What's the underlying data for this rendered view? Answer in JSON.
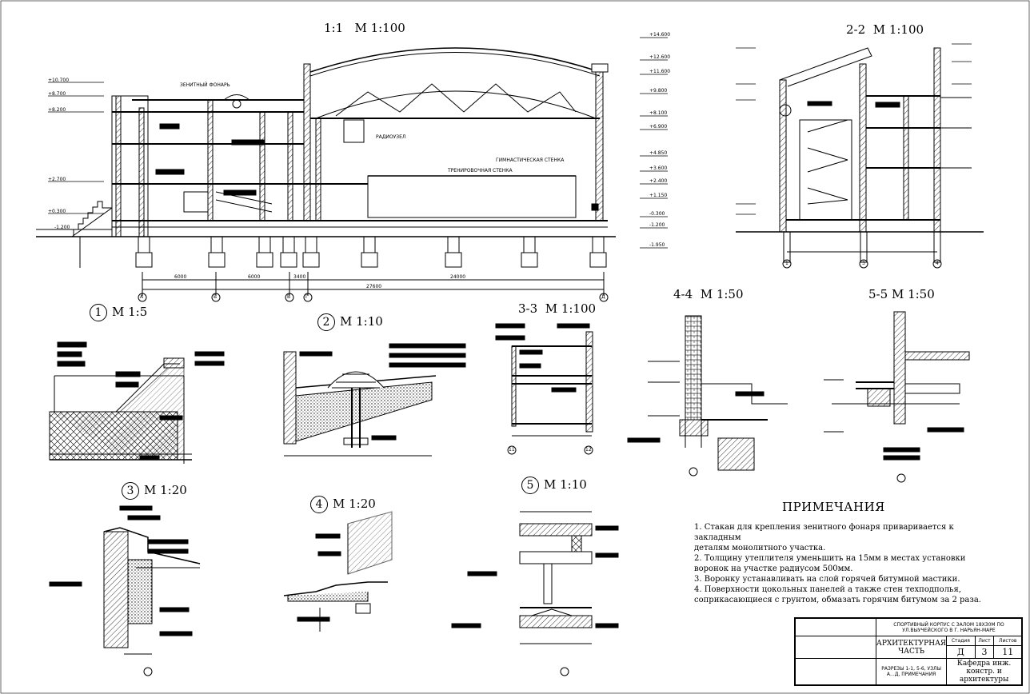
{
  "views": {
    "section_1_1": {
      "num": "1:1",
      "scale": "М 1:100"
    },
    "section_2_2": {
      "num": "2-2",
      "scale": "М 1:100"
    },
    "section_3_3": {
      "num": "3-3",
      "scale": "М 1:100"
    },
    "section_4_4": {
      "num": "4-4",
      "scale": "М 1:50"
    },
    "section_5_5": {
      "num": "5-5",
      "scale": "М 1:50"
    },
    "node_1": {
      "num": "1",
      "scale": "М  1:5"
    },
    "node_2": {
      "num": "2",
      "scale": "М  1:10"
    },
    "node_3": {
      "num": "3",
      "scale": "М  1:20"
    },
    "node_4": {
      "num": "4",
      "scale": "М  1:20"
    },
    "node_5": {
      "num": "5",
      "scale": "М  1:10"
    }
  },
  "section_labels": {
    "zenith": "ЗЕНИТНЫЙ ФОНАРЬ",
    "radiator": "РАДИОУЗЕЛ",
    "gym_wall": "ГИМНАСТИЧЕСКАЯ СТЕНКА",
    "training_wall": "ТРЕНИРОВОЧНАЯ СТЕНКА"
  },
  "elevations_left": [
    "+10.700",
    "+8.700",
    "+8.200",
    "+2.700",
    "+0.300",
    "-1.200"
  ],
  "elevations_right": [
    "+14.600",
    "+12.600",
    "+11.600",
    "+9.800",
    "+8.100",
    "+6.900",
    "+4.850",
    "+3.600",
    "+2.400",
    "+1.150",
    "-0.300",
    "-1.200",
    "-1.950"
  ],
  "dims_1_1": [
    "6000",
    "6000",
    "3400",
    "24000",
    "27600"
  ],
  "axes_1_1": [
    "А",
    "Б",
    "В",
    "Г",
    "Д"
  ],
  "axes_2_2": [
    "1",
    "3",
    "4"
  ],
  "axes_3_3": [
    "11",
    "12"
  ],
  "notes": {
    "heading": "ПРИМЕЧАНИЯ",
    "items": [
      "1. Стакан для крепления зенитного фонаря приваривается к закладным",
      "деталям монолитного участка.",
      "2. Толщину утеплителя уменьшить на 15мм в местах установки",
      "воронок на участке радиусом 500мм.",
      "3. Воронку устанавливать на слой горячей битумной мастики.",
      "4. Поверхности цокольных панелей а также стен техподполья,",
      "соприкасающиеся с грунтом, обмазать горячим битумом за 2 раза."
    ]
  },
  "title_block": {
    "project": "СПОРТИВНЫЙ КОРПУС С ЗАЛОМ 18Х30М ПО УЛ.ВЫУЧЕЙСКОГО В Г. НАРЬЯН-МАРЕ",
    "part": "АРХИТЕКТУРНАЯ ЧАСТЬ",
    "sheet_title": "РАЗРЕЗЫ 1-1, 5-6, УЗЛЫ А...Д, ПРИМЕЧАНИЯ",
    "stage_label": "Стадия",
    "sheet_label": "Лист",
    "sheets_label": "Листов",
    "stage": "Д",
    "sheet": "3",
    "sheets": "11",
    "org": "Кафедра инж. констр. и архитектуры"
  }
}
